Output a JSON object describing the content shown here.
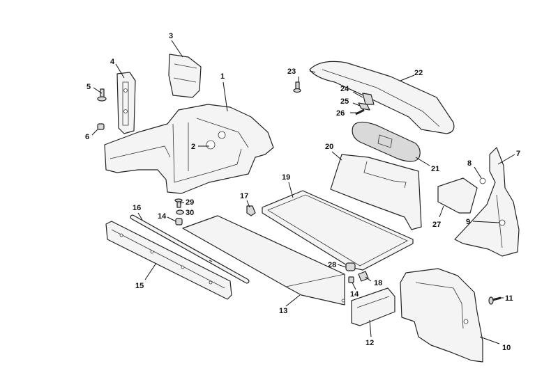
{
  "callouts": [
    {
      "key": "c1",
      "label": "1"
    },
    {
      "key": "c2",
      "label": "2"
    },
    {
      "key": "c3",
      "label": "3"
    },
    {
      "key": "c4",
      "label": "4"
    },
    {
      "key": "c5",
      "label": "5"
    },
    {
      "key": "c6",
      "label": "6"
    },
    {
      "key": "c7",
      "label": "7"
    },
    {
      "key": "c8",
      "label": "8"
    },
    {
      "key": "c9",
      "label": "9"
    },
    {
      "key": "c10",
      "label": "10"
    },
    {
      "key": "c11",
      "label": "11"
    },
    {
      "key": "c12",
      "label": "12"
    },
    {
      "key": "c13",
      "label": "13"
    },
    {
      "key": "c14a",
      "label": "14"
    },
    {
      "key": "c14b",
      "label": "14"
    },
    {
      "key": "c15",
      "label": "15"
    },
    {
      "key": "c16",
      "label": "16"
    },
    {
      "key": "c17",
      "label": "17"
    },
    {
      "key": "c18",
      "label": "18"
    },
    {
      "key": "c19",
      "label": "19"
    },
    {
      "key": "c20",
      "label": "20"
    },
    {
      "key": "c21",
      "label": "21"
    },
    {
      "key": "c22",
      "label": "22"
    },
    {
      "key": "c23",
      "label": "23"
    },
    {
      "key": "c24",
      "label": "24"
    },
    {
      "key": "c25",
      "label": "25"
    },
    {
      "key": "c26",
      "label": "26"
    },
    {
      "key": "c27",
      "label": "27"
    },
    {
      "key": "c28",
      "label": "28"
    },
    {
      "key": "c29",
      "label": "29"
    },
    {
      "key": "c30",
      "label": "30"
    }
  ]
}
